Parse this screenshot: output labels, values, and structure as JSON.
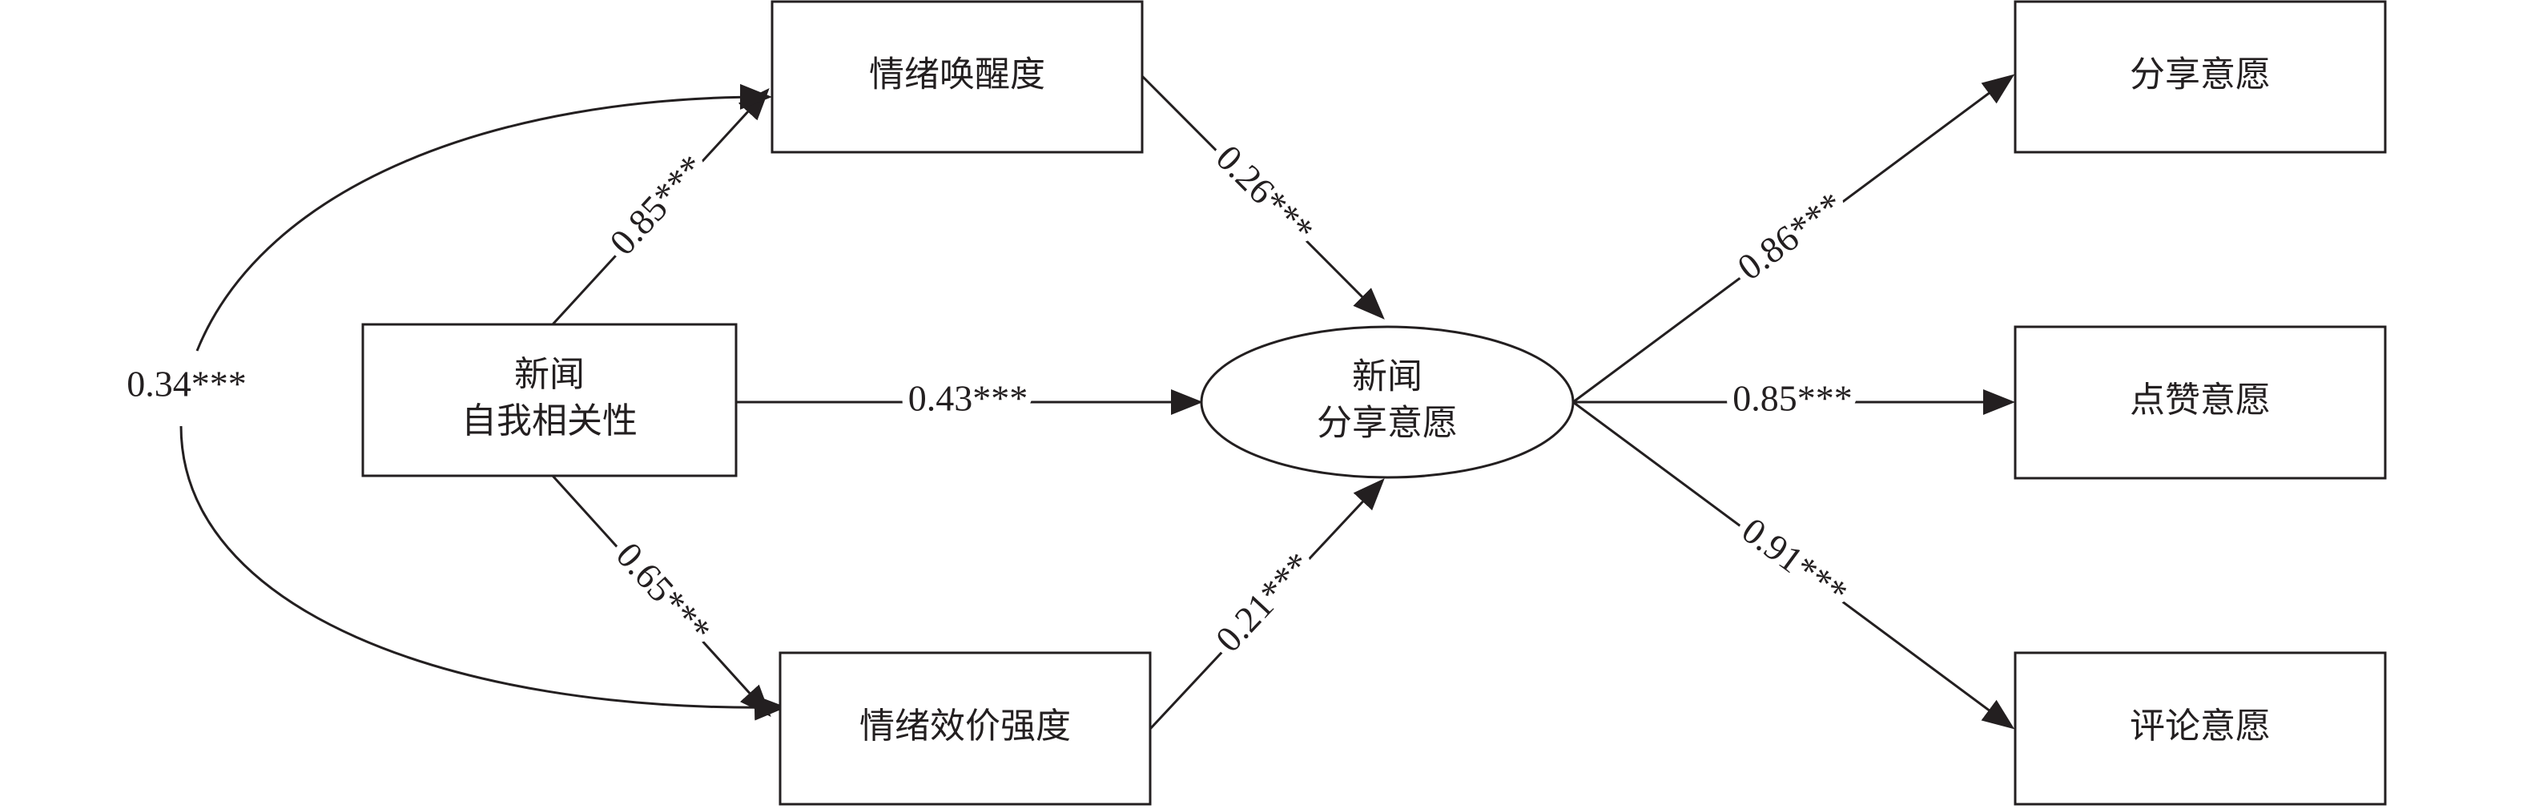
{
  "nodes": {
    "relevance": [
      "新闻",
      "自我相关性"
    ],
    "arousal": [
      "情绪唤醒度"
    ],
    "valence": [
      "情绪效价强度"
    ],
    "intention": [
      "新闻",
      "分享意愿"
    ],
    "share": [
      "分享意愿"
    ],
    "like": [
      "点赞意愿"
    ],
    "comment": [
      "评论意愿"
    ]
  },
  "edges": [
    {
      "from": "relevance",
      "to": "arousal",
      "label": "0.85***"
    },
    {
      "from": "relevance",
      "to": "valence",
      "label": "0.65***"
    },
    {
      "from": "relevance",
      "to": "intention",
      "label": "0.43***"
    },
    {
      "from": "arousal",
      "to": "intention",
      "label": "0.26***"
    },
    {
      "from": "valence",
      "to": "intention",
      "label": "0.21***"
    },
    {
      "from": "intention",
      "to": "share",
      "label": "0.86***"
    },
    {
      "from": "intention",
      "to": "like",
      "label": "0.85***"
    },
    {
      "from": "intention",
      "to": "comment",
      "label": "0.91***"
    }
  ],
  "covariance": {
    "between": [
      "arousal",
      "valence"
    ],
    "label": "0.34***"
  }
}
